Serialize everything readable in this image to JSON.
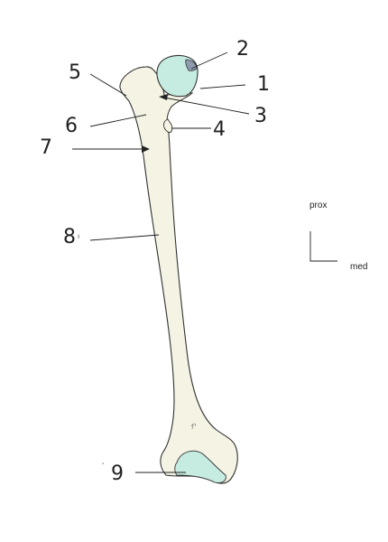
{
  "diagram": {
    "labels": [
      {
        "id": "label-1",
        "text": "1"
      },
      {
        "id": "label-2",
        "text": "2"
      },
      {
        "id": "label-3",
        "text": "3"
      },
      {
        "id": "label-4",
        "text": "4"
      },
      {
        "id": "label-5",
        "text": "5"
      },
      {
        "id": "label-6",
        "text": "6"
      },
      {
        "id": "label-7",
        "text": "7"
      },
      {
        "id": "label-8",
        "text": "8"
      },
      {
        "id": "label-9",
        "text": "9"
      }
    ],
    "orientation": {
      "vertical_text": "prox",
      "horizontal_text": "med"
    },
    "colors": {
      "bone_fill": "#f4f3e4",
      "bone_stroke": "#333333",
      "cartilage_fill": "#c6ebe1",
      "fovea_fill": "#8e9bb0",
      "line_color": "#222222"
    }
  }
}
